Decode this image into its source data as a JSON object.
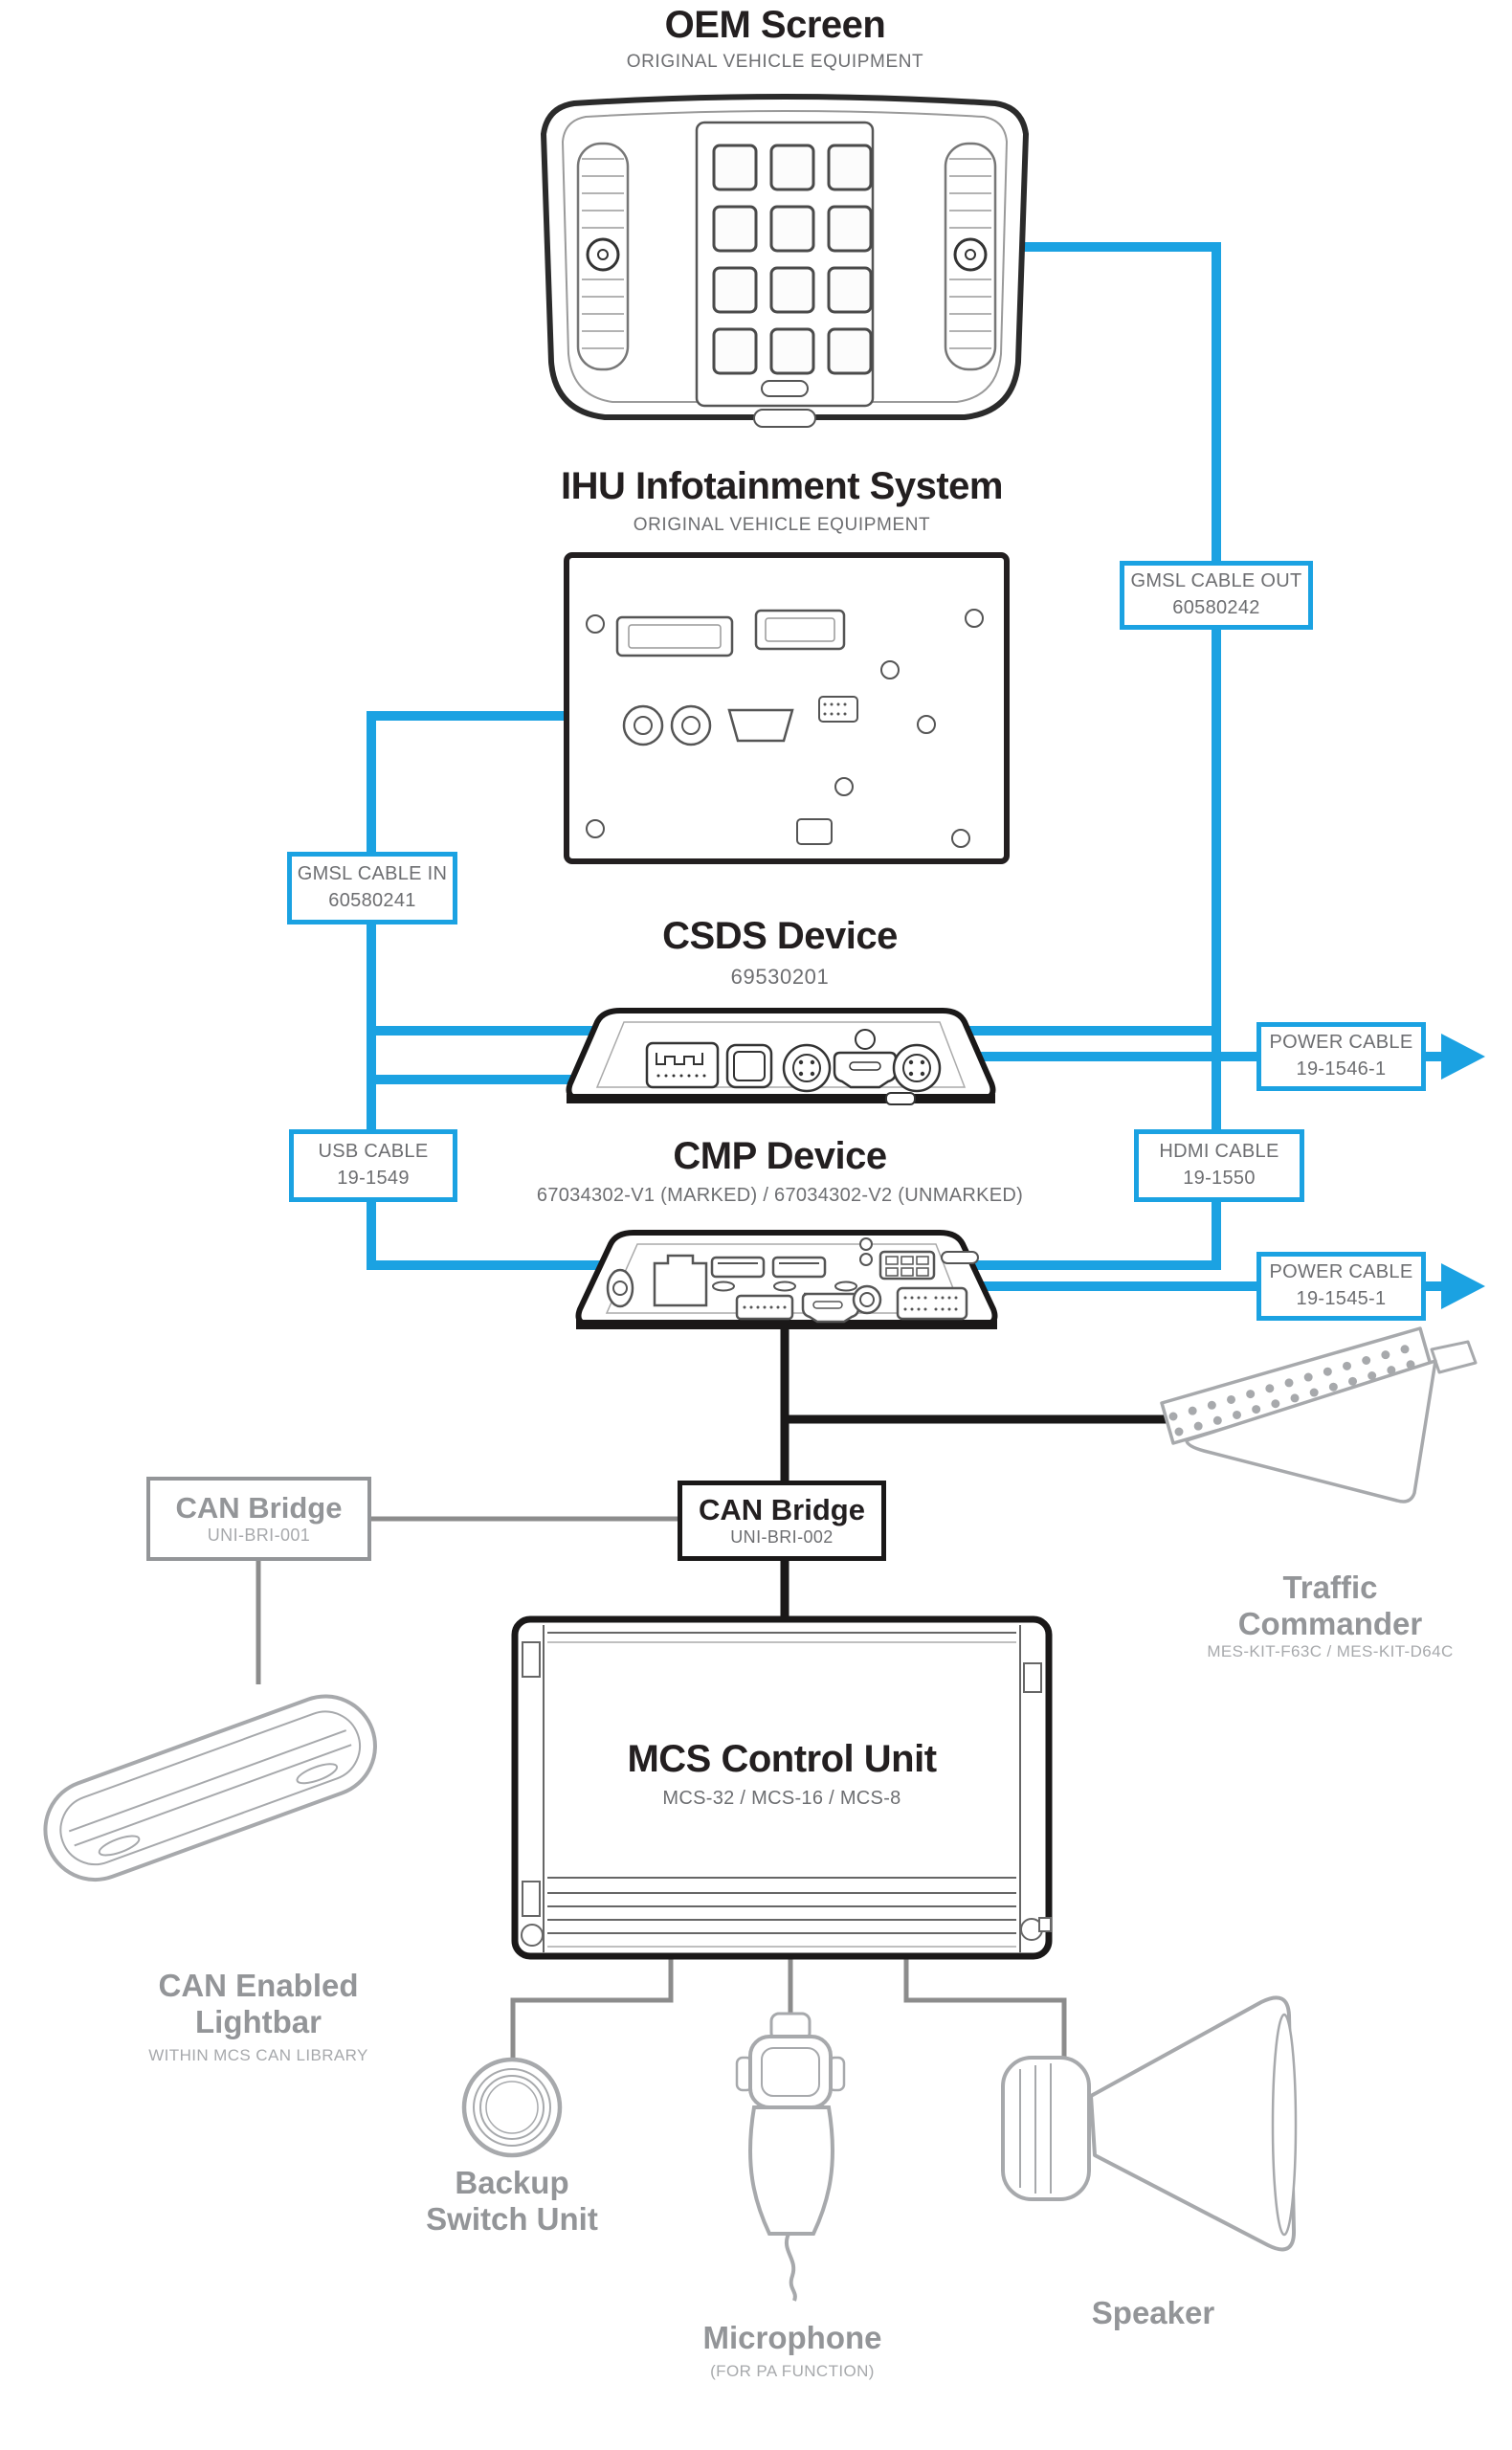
{
  "colors": {
    "cable_blue": "#1BA2E2",
    "ink_black": "#231F20",
    "text_gray": "#6D6E71",
    "accessory_gray": "#A7A9AC",
    "label_gray": "#939598"
  },
  "oem_screen": {
    "title": "OEM Screen",
    "subtitle": "ORIGINAL VEHICLE EQUIPMENT"
  },
  "ihu": {
    "title": "IHU Infotainment System",
    "subtitle": "ORIGINAL VEHICLE EQUIPMENT"
  },
  "csds": {
    "title": "CSDS Device",
    "subtitle": "69530201"
  },
  "cmp": {
    "title": "CMP Device",
    "subtitle": "67034302-V1 (MARKED) / 67034302-V2 (UNMARKED)"
  },
  "cables": {
    "gmsl_out": {
      "name": "GMSL CABLE OUT",
      "part": "60580242"
    },
    "gmsl_in": {
      "name": "GMSL CABLE IN",
      "part": "60580241"
    },
    "power_csds": {
      "name": "POWER CABLE",
      "part": "19-1546-1"
    },
    "usb": {
      "name": "USB CABLE",
      "part": "19-1549"
    },
    "hdmi": {
      "name": "HDMI CABLE",
      "part": "19-1550"
    },
    "power_cmp": {
      "name": "POWER CABLE",
      "part": "19-1545-1"
    }
  },
  "can_bridge_1": {
    "title": "CAN Bridge",
    "part": "UNI-BRI-001"
  },
  "can_bridge_2": {
    "title": "CAN Bridge",
    "part": "UNI-BRI-002"
  },
  "traffic_commander": {
    "title_line1": "Traffic",
    "title_line2": "Commander",
    "subtitle": "MES-KIT-F63C / MES-KIT-D64C"
  },
  "mcs": {
    "title": "MCS Control Unit",
    "subtitle": "MCS-32 / MCS-16 / MCS-8"
  },
  "lightbar": {
    "title_line1": "CAN Enabled",
    "title_line2": "Lightbar",
    "subtitle": "WITHIN MCS CAN LIBRARY"
  },
  "backup_switch": {
    "title_line1": "Backup",
    "title_line2": "Switch Unit"
  },
  "microphone": {
    "title": "Microphone",
    "subtitle": "(FOR PA FUNCTION)"
  },
  "speaker": {
    "title": "Speaker"
  }
}
